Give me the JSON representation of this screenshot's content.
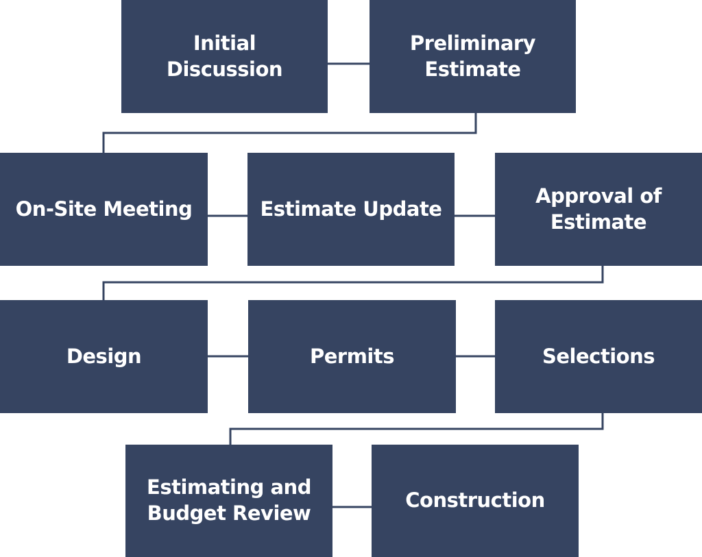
{
  "colors": {
    "box_fill": "#364461",
    "box_text": "#ffffff",
    "connector": "#364461",
    "background": "#ffffff"
  },
  "steps": [
    {
      "label": "Initial Discussion"
    },
    {
      "label": "Preliminary Estimate"
    },
    {
      "label": "On-Site Meeting"
    },
    {
      "label": "Estimate Update"
    },
    {
      "label": "Approval of Estimate"
    },
    {
      "label": "Design"
    },
    {
      "label": "Permits"
    },
    {
      "label": "Selections"
    },
    {
      "label": "Estimating and Budget Review"
    },
    {
      "label": "Construction"
    }
  ]
}
